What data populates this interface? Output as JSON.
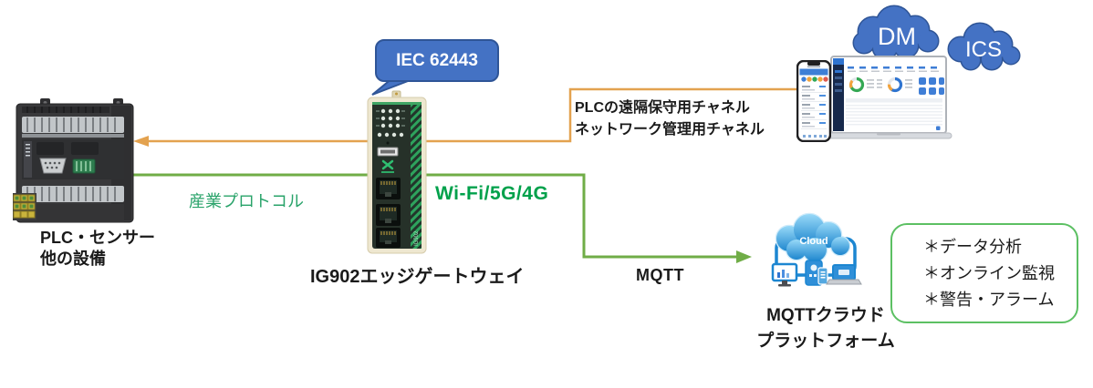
{
  "badge": {
    "label": "IEC 62443",
    "bg": "#4472C4",
    "border": "#2F5597"
  },
  "plc": {
    "label_line1": "PLC・センサー",
    "label_line2": "他の設備"
  },
  "gateway": {
    "label": "IG902エッジゲートウェイ",
    "model": "IG902"
  },
  "links": {
    "industrial_protocol_label": "産業プロトコル",
    "wireless_label": "Wi-Fi/5G/4G",
    "mqtt_label": "MQTT",
    "remote_line1": "PLCの遠隔保守用チャネル",
    "remote_line2": "ネットワーク管理用チャネル",
    "orange": "#E3A24F",
    "green": "#70AD47"
  },
  "clouds": {
    "dm_label": "DM",
    "ics_label": "ICS",
    "fill": "#4472C4",
    "border": "#2F5597"
  },
  "mqtt_platform": {
    "cloud_label": "Cloud",
    "label_line1": "MQTTクラウド",
    "label_line2": "プラットフォーム"
  },
  "features": {
    "border_color": "#5CC063",
    "items": [
      "＊データ分析",
      "＊オンライン監視",
      "＊警告・アラーム"
    ]
  },
  "text_colors": {
    "industrial_protocol": "#29A36A",
    "wireless": "#00A14B",
    "labels": "#1A1A1A"
  }
}
